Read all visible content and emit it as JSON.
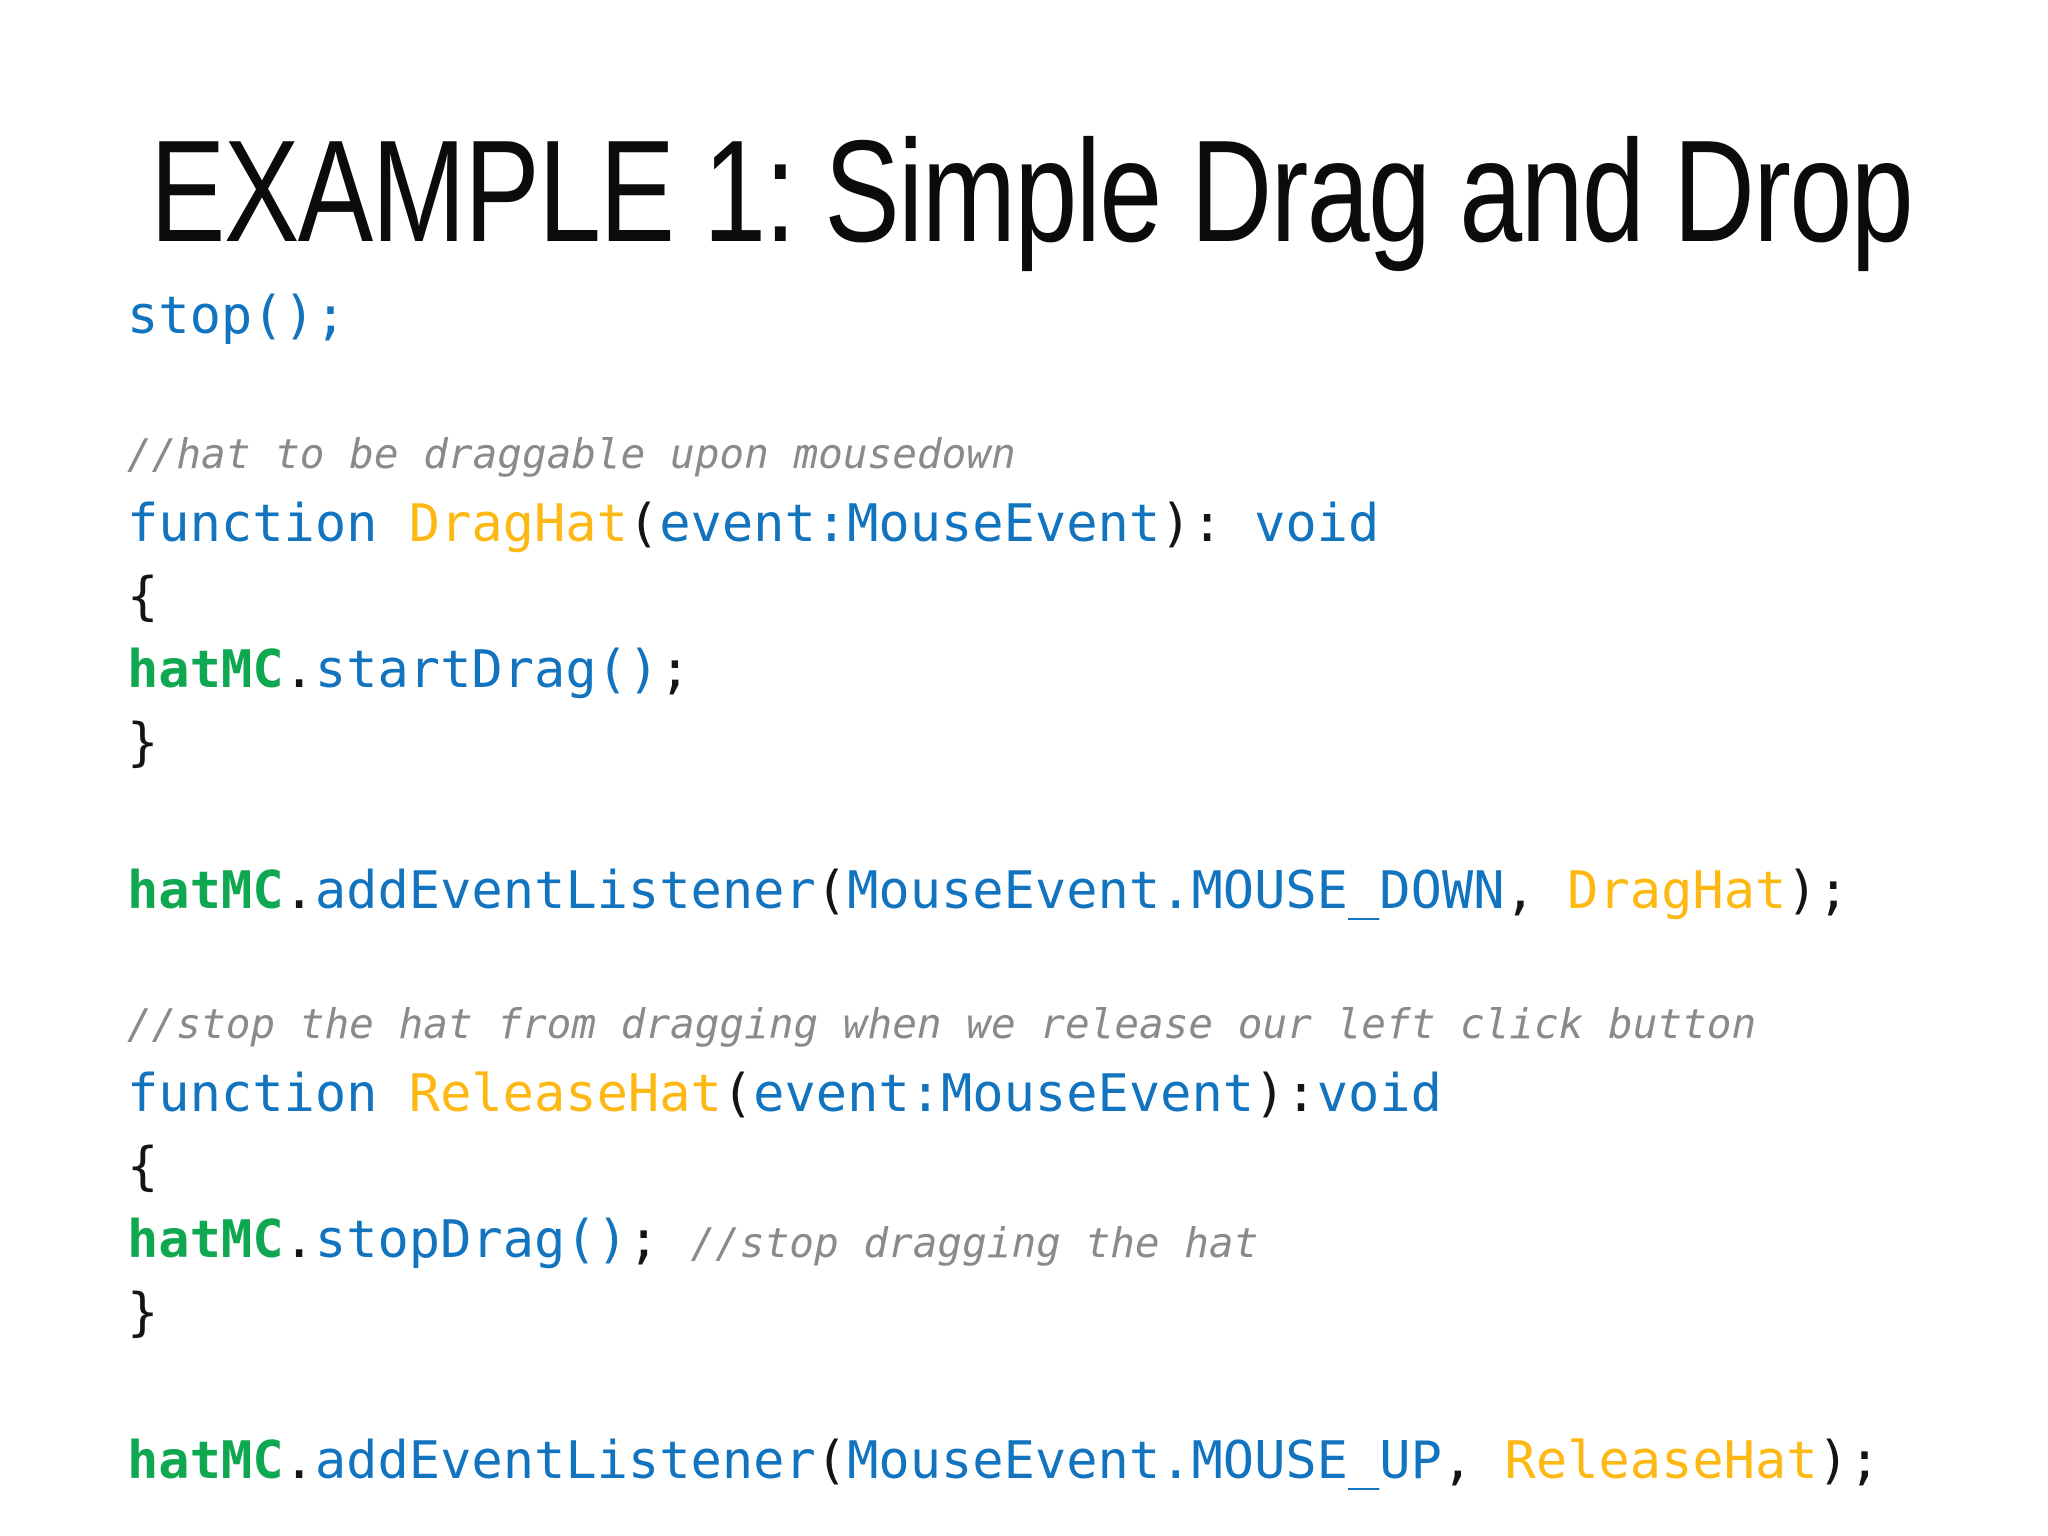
{
  "slide": {
    "title": "EXAMPLE 1: Simple Drag and Drop",
    "colors": {
      "background": "#FFFFFF",
      "title_text": "#0B0B0B",
      "code_blue": "#1273BE",
      "code_gold": "#FDB813",
      "code_green": "#10A751",
      "code_gray": "#8A8A8A",
      "code_black": "#141414"
    },
    "code": {
      "lines": [
        {
          "margin_top": 0,
          "segments": [
            {
              "text": "stop();",
              "color": "blue"
            }
          ]
        },
        {
          "margin_top": 62,
          "segments": [
            {
              "text": "//hat to be draggable upon mousedown",
              "color": "gray",
              "comment": true
            }
          ]
        },
        {
          "margin_top": 0,
          "segments": [
            {
              "text": "function ",
              "color": "blue"
            },
            {
              "text": "DragHat",
              "color": "gold"
            },
            {
              "text": "(",
              "color": "black"
            },
            {
              "text": "event:MouseEvent",
              "color": "blue"
            },
            {
              "text": "): ",
              "color": "black"
            },
            {
              "text": "void",
              "color": "blue"
            }
          ]
        },
        {
          "margin_top": 0,
          "segments": [
            {
              "text": "{",
              "color": "black"
            }
          ]
        },
        {
          "margin_top": 0,
          "segments": [
            {
              "text": "hatMC",
              "color": "green",
              "bold": true
            },
            {
              "text": ".",
              "color": "black"
            },
            {
              "text": "startDrag()",
              "color": "blue"
            },
            {
              "text": ";",
              "color": "black"
            }
          ]
        },
        {
          "margin_top": 0,
          "segments": [
            {
              "text": "}",
              "color": "black"
            }
          ]
        },
        {
          "margin_top": 75,
          "segments": [
            {
              "text": "hatMC",
              "color": "green",
              "bold": true
            },
            {
              "text": ".",
              "color": "black"
            },
            {
              "text": "addEventListener",
              "color": "blue"
            },
            {
              "text": "(",
              "color": "black"
            },
            {
              "text": "MouseEvent.MOUSE_DOWN",
              "color": "blue"
            },
            {
              "text": ", ",
              "color": "black"
            },
            {
              "text": "DragHat",
              "color": "gold"
            },
            {
              "text": ");",
              "color": "black"
            }
          ]
        },
        {
          "margin_top": 57,
          "segments": [
            {
              "text": "//stop the hat from dragging when we release our left click button",
              "color": "gray",
              "comment": true
            }
          ]
        },
        {
          "margin_top": 0,
          "segments": [
            {
              "text": "function ",
              "color": "blue"
            },
            {
              "text": "ReleaseHat",
              "color": "gold"
            },
            {
              "text": "(",
              "color": "black"
            },
            {
              "text": "event:MouseEvent",
              "color": "blue"
            },
            {
              "text": "):",
              "color": "black"
            },
            {
              "text": "void",
              "color": "blue"
            }
          ]
        },
        {
          "margin_top": 0,
          "segments": [
            {
              "text": "{",
              "color": "black"
            }
          ]
        },
        {
          "margin_top": 0,
          "segments": [
            {
              "text": "hatMC",
              "color": "green",
              "bold": true
            },
            {
              "text": ".",
              "color": "black"
            },
            {
              "text": "stopDrag()",
              "color": "blue"
            },
            {
              "text": "; ",
              "color": "black"
            },
            {
              "text": "//stop dragging the hat",
              "color": "gray",
              "comment": true
            }
          ]
        },
        {
          "margin_top": 0,
          "segments": [
            {
              "text": "}",
              "color": "black"
            }
          ]
        },
        {
          "margin_top": 75,
          "segments": [
            {
              "text": "hatMC",
              "color": "green",
              "bold": true
            },
            {
              "text": ".",
              "color": "black"
            },
            {
              "text": "addEventListener",
              "color": "blue"
            },
            {
              "text": "(",
              "color": "black"
            },
            {
              "text": "MouseEvent.MOUSE_UP",
              "color": "blue"
            },
            {
              "text": ", ",
              "color": "black"
            },
            {
              "text": "ReleaseHat",
              "color": "gold"
            },
            {
              "text": ");",
              "color": "black"
            }
          ]
        }
      ]
    }
  }
}
